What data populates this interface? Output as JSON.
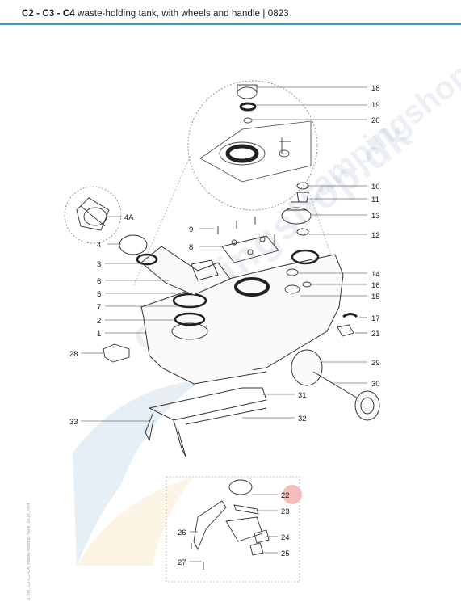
{
  "header": {
    "models": "C2 - C3 - C4",
    "description": " waste-holding tank, with wheels and handle | 0823"
  },
  "watermark": {
    "text": "campingshop.dk",
    "text_alt": "campingshop.dk"
  },
  "side_file": "1708_C2-C3-C4_Waste-holding-Tank_0418_V04",
  "callouts": [
    "18",
    "19",
    "20",
    "10",
    "11",
    "13",
    "12",
    "4A",
    "9",
    "8",
    "4",
    "3",
    "6",
    "5",
    "7",
    "2",
    "1",
    "14",
    "16",
    "15",
    "17",
    "21",
    "28",
    "29",
    "30",
    "31",
    "33",
    "32",
    "22",
    "23",
    "26",
    "24",
    "27",
    "25"
  ],
  "highlight_color": "#f29a9a",
  "accent_color": "#3aa0c8"
}
